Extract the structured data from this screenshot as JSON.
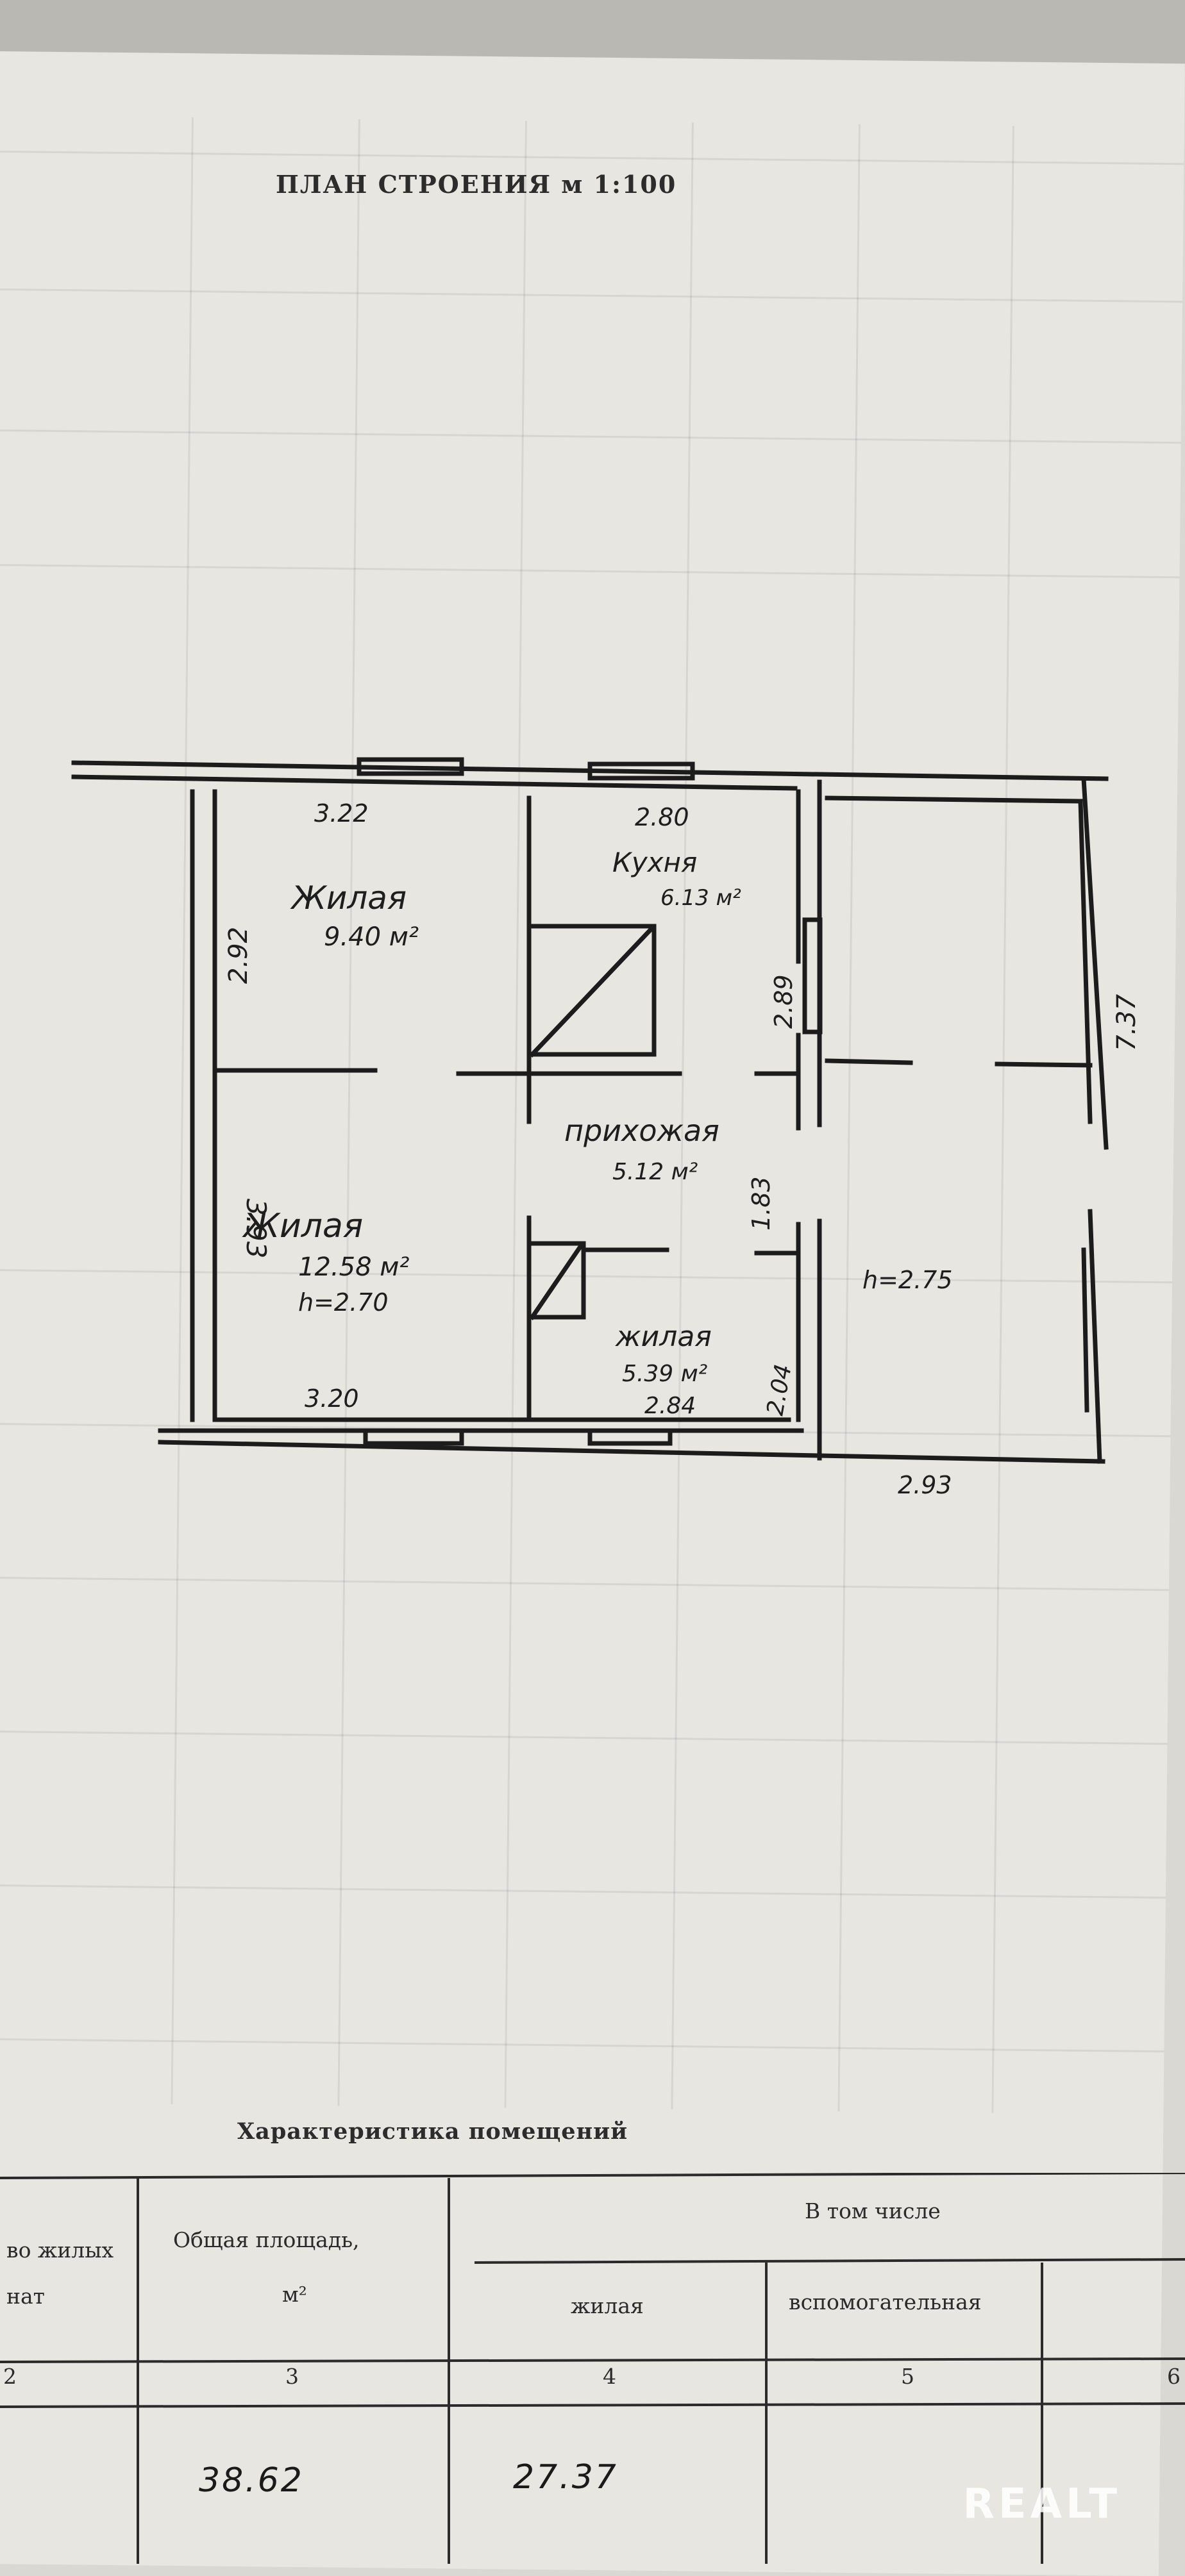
{
  "title": "ПЛАН СТРОЕНИЯ м 1:100",
  "rooms": {
    "living1": {
      "name": "Жилая",
      "area": "9.40 м²"
    },
    "kitchen": {
      "name": "Кухня",
      "area": "6.13 м²"
    },
    "hall": {
      "name": "прихожая",
      "area": "5.12 м²"
    },
    "living2": {
      "name": "Жилая",
      "area": "12.58 м²",
      "height": "h=2.70"
    },
    "living3": {
      "name": "жилая",
      "area": "5.39 м²"
    },
    "annex": {
      "height": "h=2.75"
    }
  },
  "dimensions": {
    "d_322": "3.22",
    "d_280": "2.80",
    "d_292": "2.92",
    "d_289": "2.89",
    "d_393": "3.93",
    "d_183": "1.83",
    "d_320": "3.20",
    "d_284": "2.84",
    "d_204": "2.04",
    "d_293": "2.93",
    "d_737": "7.37"
  },
  "table": {
    "section_title": "Характеристика помещений",
    "col1_header": "во жилых\nнат",
    "col2_header": "Общая площадь,",
    "col2_unit": "м²",
    "in_total": "В том числе",
    "col_living": "жилая",
    "col_aux": "вспомогательная",
    "col_numbers": [
      "2",
      "3",
      "4",
      "5",
      "6"
    ],
    "total_area": "38.62",
    "living_area": "27.37"
  },
  "watermark": "REALT"
}
